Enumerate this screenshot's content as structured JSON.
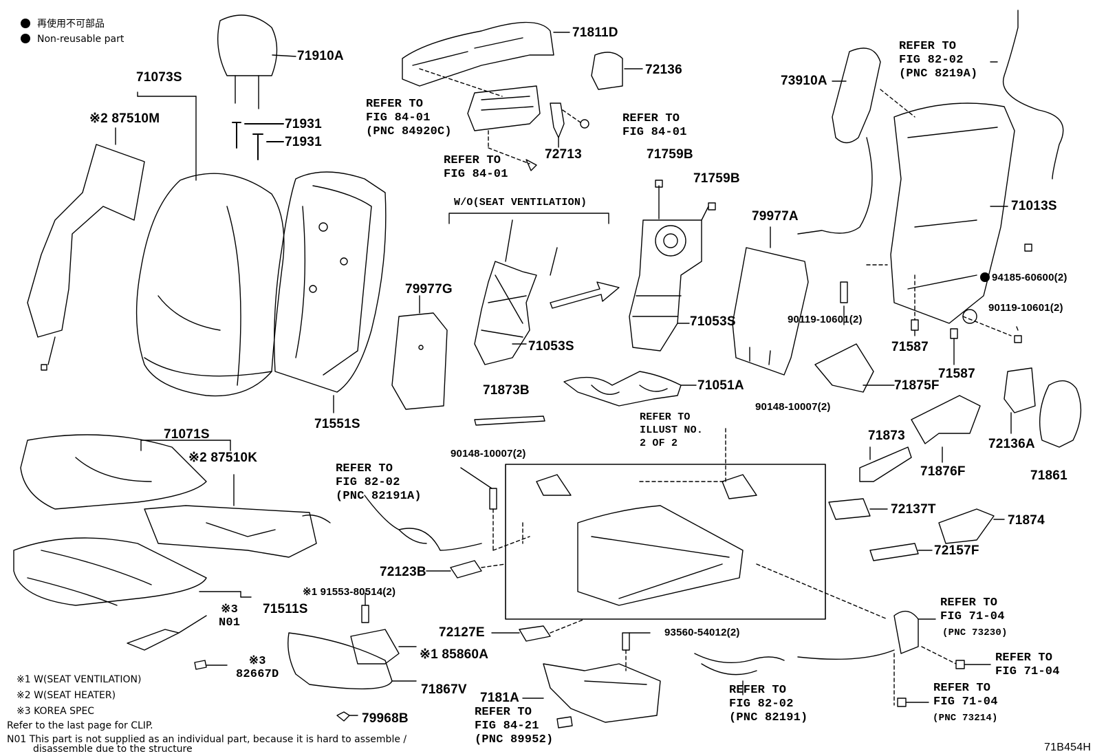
{
  "legend": {
    "line1": "再使用不可部品",
    "line2": "Non-reusable part"
  },
  "labels": {
    "p71910A": "71910A",
    "p71073S": "71073S",
    "p87510M": "※2 87510M",
    "p71931a": "71931",
    "p71931b": "71931",
    "p71811D": "71811D",
    "p72136": "72136",
    "p73910A": "73910A",
    "ref8202a": "REFER TO\nFIG 82-02\n(PNC 8219A)",
    "ref8401a": "REFER TO\nFIG 84-01\n(PNC 84920C)",
    "ref8401b": "REFER TO\nFIG 84-01",
    "ref8401c": "REFER TO\nFIG 84-01",
    "p72713": "72713",
    "p71759Ba": "71759B",
    "p71759Bb": "71759B",
    "p71013S": "71013S",
    "p79977A": "79977A",
    "p94185": "94185-60600(2)",
    "p90119a": "90119-10601(2)",
    "p90119b": "90119-10601(2)",
    "wo_vent": "W/O(SEAT VENTILATION)",
    "p79977G": "79977G",
    "p71053Sa": "71053S",
    "p71053Sb": "71053S",
    "p71587a": "71587",
    "p71587b": "71587",
    "p71875F": "71875F",
    "p71873B": "71873B",
    "p71051A": "71051A",
    "p71551S": "71551S",
    "p90148a": "90148-10007(2)",
    "p90148b": "90148-10007(2)",
    "ref_illust": "REFER TO\nILLUST NO.\n2 OF 2",
    "p71071S": "71071S",
    "p87510K": "※2 87510K",
    "ref8202b": "REFER TO\nFIG 82-02\n(PNC 82191A)",
    "p71873": "71873",
    "p71876F": "71876F",
    "p72136A": "72136A",
    "p71861": "71861",
    "p72137T": "72137T",
    "p71874": "71874",
    "p72157F": "72157F",
    "p72123B": "72123B",
    "p91553": "※1 91553-80514(2)",
    "p71511S": "71511S",
    "n01": "※3\nN01",
    "ref7104a": "REFER TO\nFIG 71-04",
    "pnc73230": "(PNC 73230)",
    "p72127E": "72127E",
    "p93560": "93560-54012(2)",
    "ref7104b": "REFER TO\nFIG 71-04",
    "p85860A": "※1 85860A",
    "p82667D": "※3\n82667D",
    "ref8202c": "REFER TO\nFIG 82-02\n(PNC 82191)",
    "ref7104c": "REFER TO\nFIG 71-04",
    "pnc73214": "(PNC 73214)",
    "p71867V": "71867V",
    "p7181A": "7181A",
    "ref8421": "REFER TO\nFIG 84-21\n(PNC 89952)",
    "p79968B": "79968B",
    "figcode": "71B454H"
  },
  "notes": {
    "n1": "※1 W(SEAT VENTILATION)",
    "n2": "※2 W(SEAT HEATER)",
    "n3": "※3 KOREA SPEC",
    "n4": "Refer to the last page for CLIP.",
    "n5": "N01  This part is not supplied as an individual part, because it is hard to assemble /",
    "n6": "disassemble due to the structure"
  }
}
